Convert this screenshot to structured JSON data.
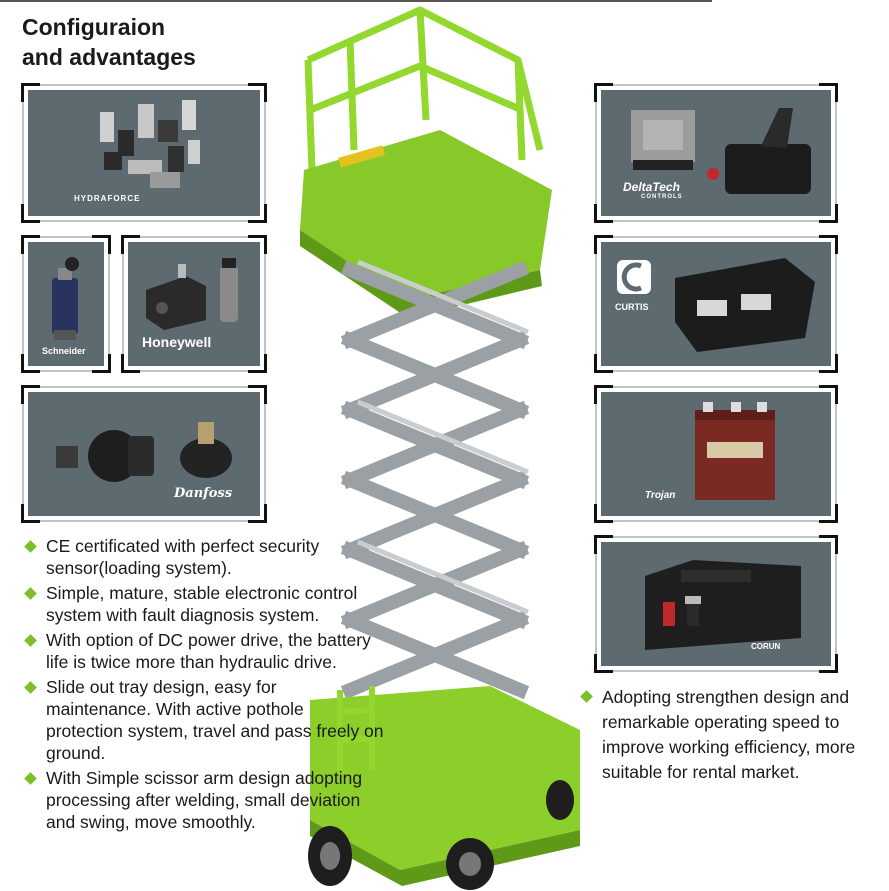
{
  "title_line1": "Configuraion",
  "title_line2": "and advantages",
  "brands": {
    "hydraforce": "HYDRAFORCE",
    "schneider": "Schneider",
    "honeywell": "Honeywell",
    "danfoss": "Danfoss",
    "deltatech": "DeltaTech",
    "deltatech_sub": "CONTROLS",
    "curtis": "CURTIS",
    "trojan": "Trojan",
    "corun": "CORUN"
  },
  "features": [
    "CE certificated with perfect security sensor(loading system).",
    "Simple, mature, stable electronic control system with fault diagnosis system.",
    "With option of DC power drive, the battery life is twice more than hydraulic drive.",
    "Slide out tray design, easy for maintenance. With active pothole protection system, travel and pass freely on ground.",
    "With Simple scissor arm design adopting processing after welding, small deviation and swing, move smoothly."
  ],
  "advantage": "Adopting strengthen design and remarkable operating speed to improve working efficiency, more suitable for rental market.",
  "colors": {
    "accent": "#7dbf2a",
    "panel": "#5d6a6f",
    "lift_green": "#93d82e"
  }
}
